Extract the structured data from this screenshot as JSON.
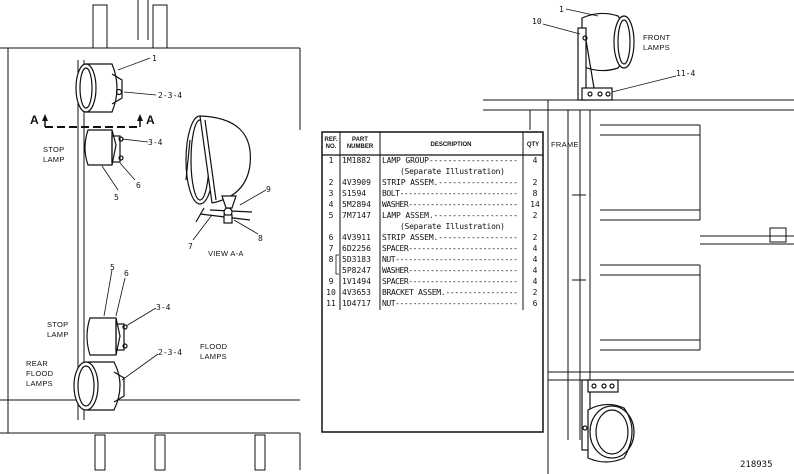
{
  "drawing_number": "218935",
  "section_marks": [
    "A",
    "A"
  ],
  "view_label": "VIEW A-A",
  "frame_label": "FRAME",
  "front_lamps_label": "FRONT\nLAMPS",
  "stop_lamp_label": "STOP\nLAMP",
  "rear_flood_lamps_label": "REAR\nFLOOD\nLAMPS",
  "flood_lamps_label": "FLOOD\nLAMPS",
  "callouts": {
    "top_lamp": "1",
    "top_lamp_lower": "2-3-4",
    "stop_upper_right": "3-4",
    "stop_upper_bottom": "6",
    "stop_upper_bottom_left": "5",
    "view_top": "9",
    "view_left": "7",
    "view_right": "8",
    "stop_lower_5": "5",
    "stop_lower_6": "6",
    "stop_lower_right": "3-4",
    "rear_flood": "2-3-4",
    "front_1": "1",
    "front_10": "10",
    "front_11": "11-4"
  },
  "parts_table": {
    "headers": [
      "REF. NO.",
      "PART NUMBER",
      "DESCRIPTION",
      "QTY"
    ],
    "rows": [
      {
        "ref": "1",
        "part": "1M1882",
        "desc": "LAMP GROUP-------------------",
        "qty": "4"
      },
      {
        "ref": "",
        "part": "",
        "desc": "(Separate Illustration)",
        "qty": ""
      },
      {
        "ref": "2",
        "part": "4V3909",
        "desc": "STRIP ASSEM.-----------------",
        "qty": "2"
      },
      {
        "ref": "3",
        "part": "S1594",
        "desc": "BOLT---------------------------",
        "qty": "8"
      },
      {
        "ref": "4",
        "part": "5M2894",
        "desc": "WASHER-------------------------",
        "qty": "14"
      },
      {
        "ref": "5",
        "part": "7M7147",
        "desc": "LAMP ASSEM.------------------",
        "qty": "2"
      },
      {
        "ref": "",
        "part": "",
        "desc": "(Separate Illustration)",
        "qty": ""
      },
      {
        "ref": "6",
        "part": "4V3911",
        "desc": "STRIP ASSEM.-----------------",
        "qty": "2"
      },
      {
        "ref": "7",
        "part": "6D2256",
        "desc": "SPACER-------------------------",
        "qty": "4"
      },
      {
        "ref": "8",
        "part": "5D3183",
        "desc": "NUT----------------------------",
        "qty": "4"
      },
      {
        "ref": "",
        "part": "5P8247",
        "desc": "WASHER-------------------------",
        "qty": "4"
      },
      {
        "ref": "9",
        "part": "1V1494",
        "desc": "SPACER-------------------------",
        "qty": "4"
      },
      {
        "ref": "10",
        "part": "4V3653",
        "desc": "BRACKET ASSEM.----------------",
        "qty": "2"
      },
      {
        "ref": "11",
        "part": "1D4717",
        "desc": "NUT----------------------------",
        "qty": "6"
      }
    ]
  }
}
